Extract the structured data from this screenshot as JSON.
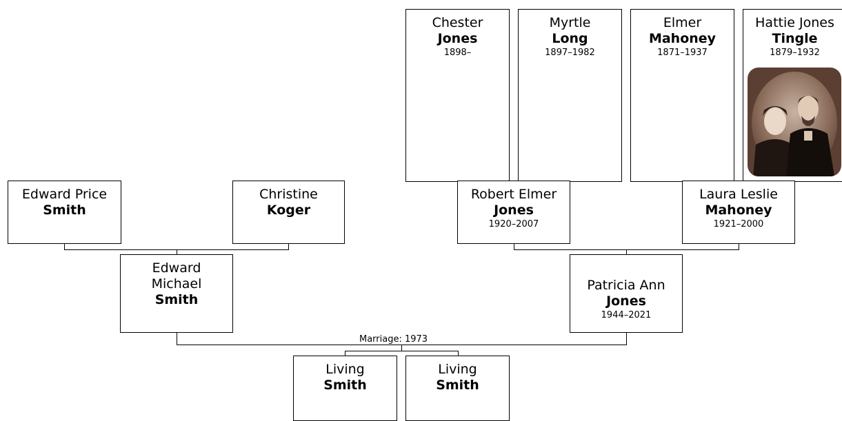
{
  "people": {
    "edward_price": {
      "given": "Edward Price",
      "surname": "Smith",
      "dates": ""
    },
    "christine": {
      "given": "Christine",
      "surname": "Koger",
      "dates": ""
    },
    "edward_michael": {
      "given": "Edward Michael",
      "surname": "Smith",
      "dates": ""
    },
    "chester": {
      "given": "Chester",
      "surname": "Jones",
      "dates": "1898–"
    },
    "myrtle": {
      "given": "Myrtle",
      "surname": "Long",
      "dates": "1897–1982"
    },
    "elmer": {
      "given": "Elmer",
      "surname": "Mahoney",
      "dates": "1871–1937"
    },
    "hattie": {
      "given": "Hattie Jones",
      "surname": "Tingle",
      "dates": "1879–1932",
      "photo": "couple-portrait-photo"
    },
    "robert": {
      "given": "Robert Elmer",
      "surname": "Jones",
      "dates": "1920–2007"
    },
    "laura": {
      "given": "Laura Leslie",
      "surname": "Mahoney",
      "dates": "1921–2000"
    },
    "patricia": {
      "given": "Patricia Ann",
      "surname": "Jones",
      "dates": "1944–2021"
    },
    "living1": {
      "given": "Living",
      "surname": "Smith",
      "dates": ""
    },
    "living2": {
      "given": "Living",
      "surname": "Smith",
      "dates": ""
    }
  },
  "marriage": {
    "label": "Marriage: 1973"
  }
}
